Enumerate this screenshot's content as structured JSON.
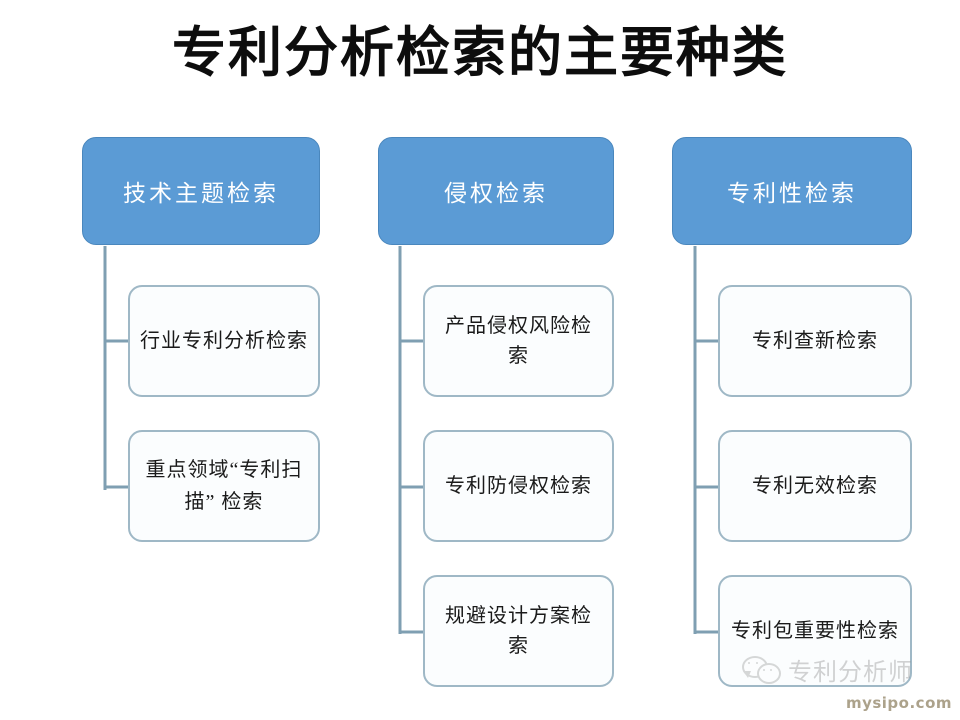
{
  "slide": {
    "title": "专利分析检索的主要种类",
    "background": "#ffffff",
    "header_color": "#5B9BD5",
    "header_text_color": "#ffffff",
    "child_border_color": "#9fb8c6",
    "connector_color": "#7f9fb2"
  },
  "columns": [
    {
      "id": "col-1",
      "header": "技术主题检索",
      "children": [
        {
          "label": "行业专利分析检索",
          "lines": [
            "行业专利分析检索"
          ]
        },
        {
          "label": "重点领域“专利扫描” 检索",
          "lines": [
            "重点领域“专利扫",
            "描” 检索"
          ]
        }
      ]
    },
    {
      "id": "col-2",
      "header": "侵权检索",
      "children": [
        {
          "label": "产品侵权风险检索",
          "lines": [
            "产品侵权风险检索"
          ]
        },
        {
          "label": "专利防侵权检索",
          "lines": [
            "专利防侵权检索"
          ]
        },
        {
          "label": "规避设计方案检索",
          "lines": [
            "规避设计方案检索"
          ]
        }
      ]
    },
    {
      "id": "col-3",
      "header": "专利性检索",
      "children": [
        {
          "label": "专利查新检索",
          "lines": [
            "专利查新检索"
          ]
        },
        {
          "label": "专利无效检索",
          "lines": [
            "专利无效检索"
          ]
        },
        {
          "label": "专利包重要性检索",
          "lines": [
            "专利包重要性检索"
          ]
        }
      ]
    }
  ],
  "watermark": {
    "icon": "wechat-bubbles-icon",
    "account": "专利分析师",
    "url": "mysipo.com"
  }
}
